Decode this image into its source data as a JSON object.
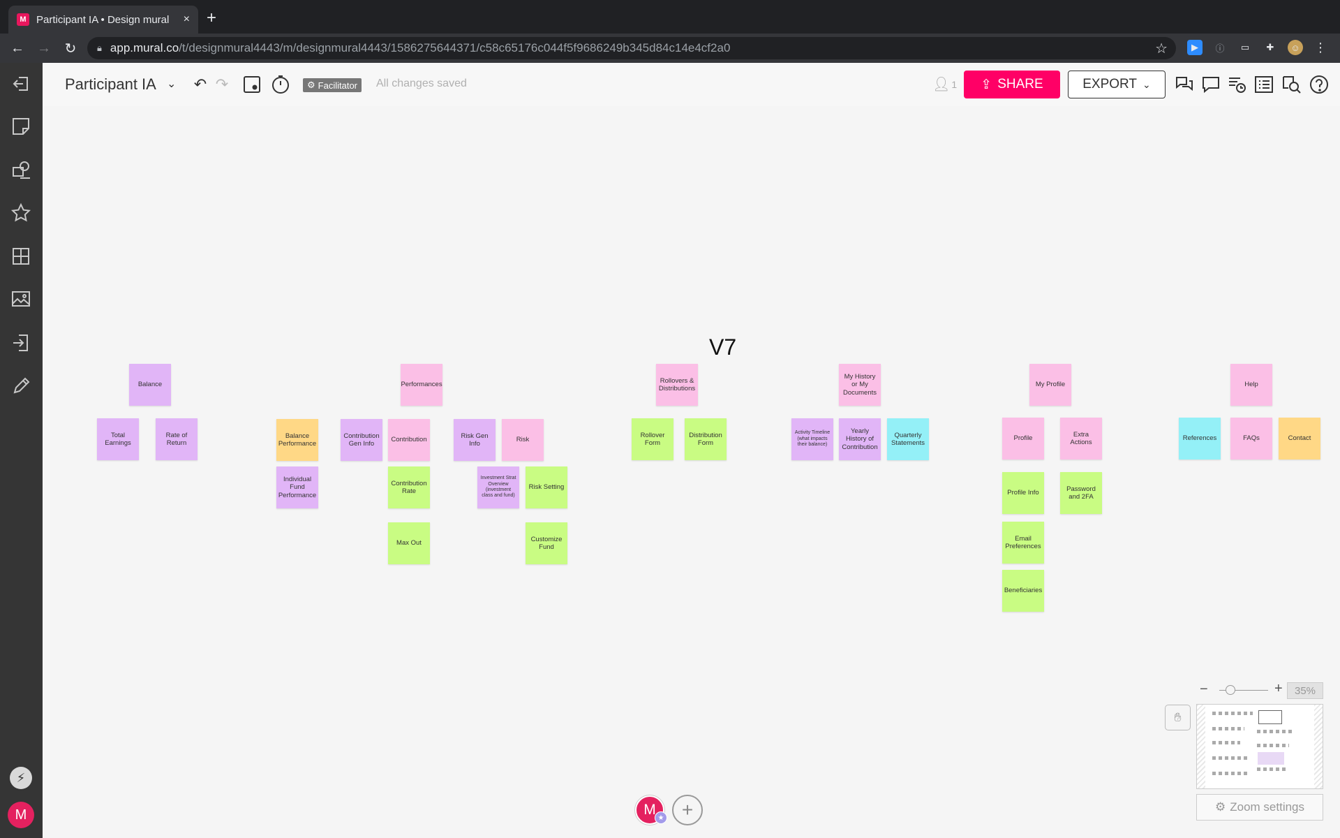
{
  "browser": {
    "tab_title": "Participant IA • Design mural",
    "favicon_letter": "M",
    "new_tab": "+",
    "tab_close": "×",
    "url_host": "app.mural.co",
    "url_path": "/t/designmural4443/m/designmural4443/1586275644371/c58c65176c044f5f9686249b345d84c14e4cf2a0"
  },
  "toolbar": {
    "mural_title": "Participant IA",
    "facilitator_label": "Facilitator",
    "save_status": "All changes saved",
    "user_count": "1",
    "share_label": "SHARE",
    "export_label": "EXPORT"
  },
  "canvas": {
    "heading": "V7",
    "notes": {
      "balance": "Balance",
      "total_earnings": "Total Earnings",
      "rate_of_return": "Rate of Return",
      "performances": "Performances",
      "balance_performance": "Balance Performance",
      "individual_fund_performance": "Individual Fund Performance",
      "contribution_gen_info": "Contribution Gen Info",
      "contribution": "Contribution",
      "contribution_rate": "Contribution Rate",
      "max_out": "Max Out",
      "risk_gen_info": "Risk Gen Info",
      "risk": "Risk",
      "investment_strat": "Investment Strat Overview (investment class and fund)",
      "risk_setting": "Risk Setting",
      "customize_fund": "Customize Fund",
      "rollovers": "Rollovers & Distributions",
      "rollover_form": "Rollover Form",
      "distribution_form": "Distribution Form",
      "my_history": "My History or My Documents",
      "activity_timeline": "Activity Timeline (what impacts their balance)",
      "yearly_history": "Yearly History of Contribution",
      "quarterly_statements": "Quarterly Statements",
      "my_profile": "My Profile",
      "profile": "Profile",
      "extra_actions": "Extra Actions",
      "profile_info": "Profile Info",
      "password_2fa": "Password and 2FA",
      "email_preferences": "Email Preferences",
      "beneficiaries": "Beneficiaries",
      "help": "Help",
      "references": "References",
      "faqs": "FAQs",
      "contact": "Contact"
    }
  },
  "zoom": {
    "minus": "−",
    "plus": "+",
    "value": "35%",
    "settings_label": "Zoom settings"
  },
  "participants": {
    "avatar_letter": "M",
    "rail_avatar_letter": "M",
    "add": "+"
  },
  "colors": {
    "share": "#ff0066",
    "purple_note": "#e1b5f7",
    "pink_note": "#fbbfe6",
    "green_note": "#c9fc83",
    "orange_note": "#ffd886",
    "cyan_note": "#94f0f7"
  }
}
